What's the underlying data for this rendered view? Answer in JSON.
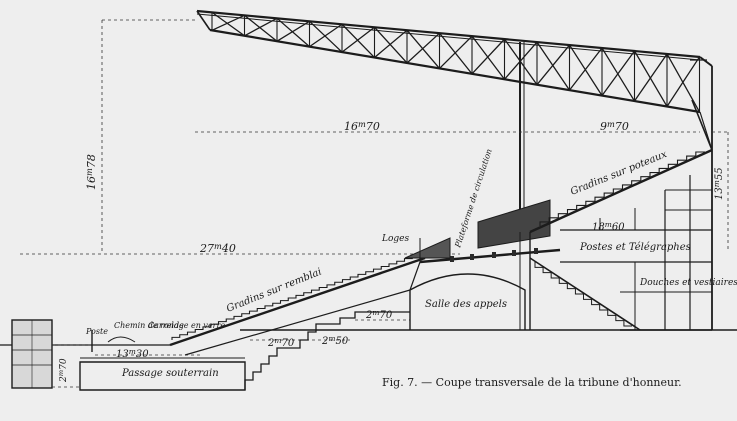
{
  "caption": "Fig. 7. — Coupe transversale de la tribune d'honneur.",
  "dimensions": {
    "height_total": "16m78",
    "roof_left_span": "16m70",
    "roof_right_span": "9m70",
    "stand_span": "27m40",
    "right_height": "13m55",
    "inner_span": "18m60",
    "tunnel_span": "13m30",
    "small_height": "2m70",
    "step_a": "2m70",
    "step_b": "2m50",
    "step_c": "2m70"
  },
  "labels": {
    "gradins_remblai": "Gradins sur remblai",
    "gradins_poteaux": "Gradins sur poteaux",
    "plateforme": "Plateforme de circulation",
    "loges": "Loges",
    "salle_appels": "Salle des appels",
    "postes": "Postes et Télégraphes",
    "douches": "Douches et vestiaires",
    "passage": "Passage souterrain",
    "chemin_ronde": "Chemin de ronde",
    "carrelage": "Carrelage en verre",
    "poste": "Poste"
  }
}
